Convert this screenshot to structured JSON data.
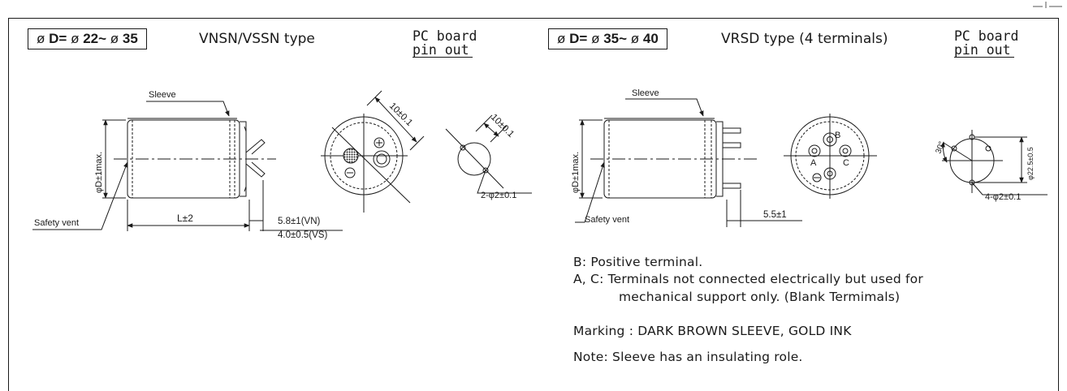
{
  "left_section": {
    "dia_phi": "ø",
    "dia_label": "D=",
    "dia_phi2": "ø",
    "dia_range": "22~",
    "dia_phi3": "ø",
    "dia_max": "35",
    "type_title": "VNSN/VSSN type",
    "pcb_line1": "PC board",
    "pcb_line2": "pin out",
    "sleeve": "Sleeve",
    "safety_vent": "Safety vent",
    "dia_dim": "φD±1max.",
    "length_dim": "L±2",
    "lead_vn": "5.8±1(VN)",
    "lead_vs": "4.0±0.5(VS)",
    "pitch_top": "10±0.1",
    "pcb_pitch": "10±0.1",
    "pcb_hole": "2-φ2±0.1",
    "plus_sign": "⊕",
    "minus_sign": "⊖"
  },
  "right_section": {
    "dia_phi": "ø",
    "dia_label": "D=",
    "dia_phi2": "ø",
    "dia_range": "35~",
    "dia_phi3": "ø",
    "dia_max": "40",
    "type_title": "VRSD type (4 terminals)",
    "pcb_line1": "PC board",
    "pcb_line2": "pin out",
    "sleeve": "Sleeve",
    "safety_vent": "Safety vent",
    "dia_dim": "φD±1max.",
    "lead_dim": "5.5±1",
    "term_b": "B",
    "term_a": "A",
    "term_c": "C",
    "angle": "30°",
    "pcd": "φ22.5±0.5",
    "pcb_hole": "4-φ2±0.1"
  },
  "notes": {
    "line1": "B: Positive terminal.",
    "line2": "A, C: Terminals not connected electrically but used for",
    "line3": "mechanical support only. (Blank Termimals)",
    "line4": "Marking : DARK BROWN SLEEVE, GOLD INK",
    "line5": "Note: Sleeve has an insulating role."
  }
}
